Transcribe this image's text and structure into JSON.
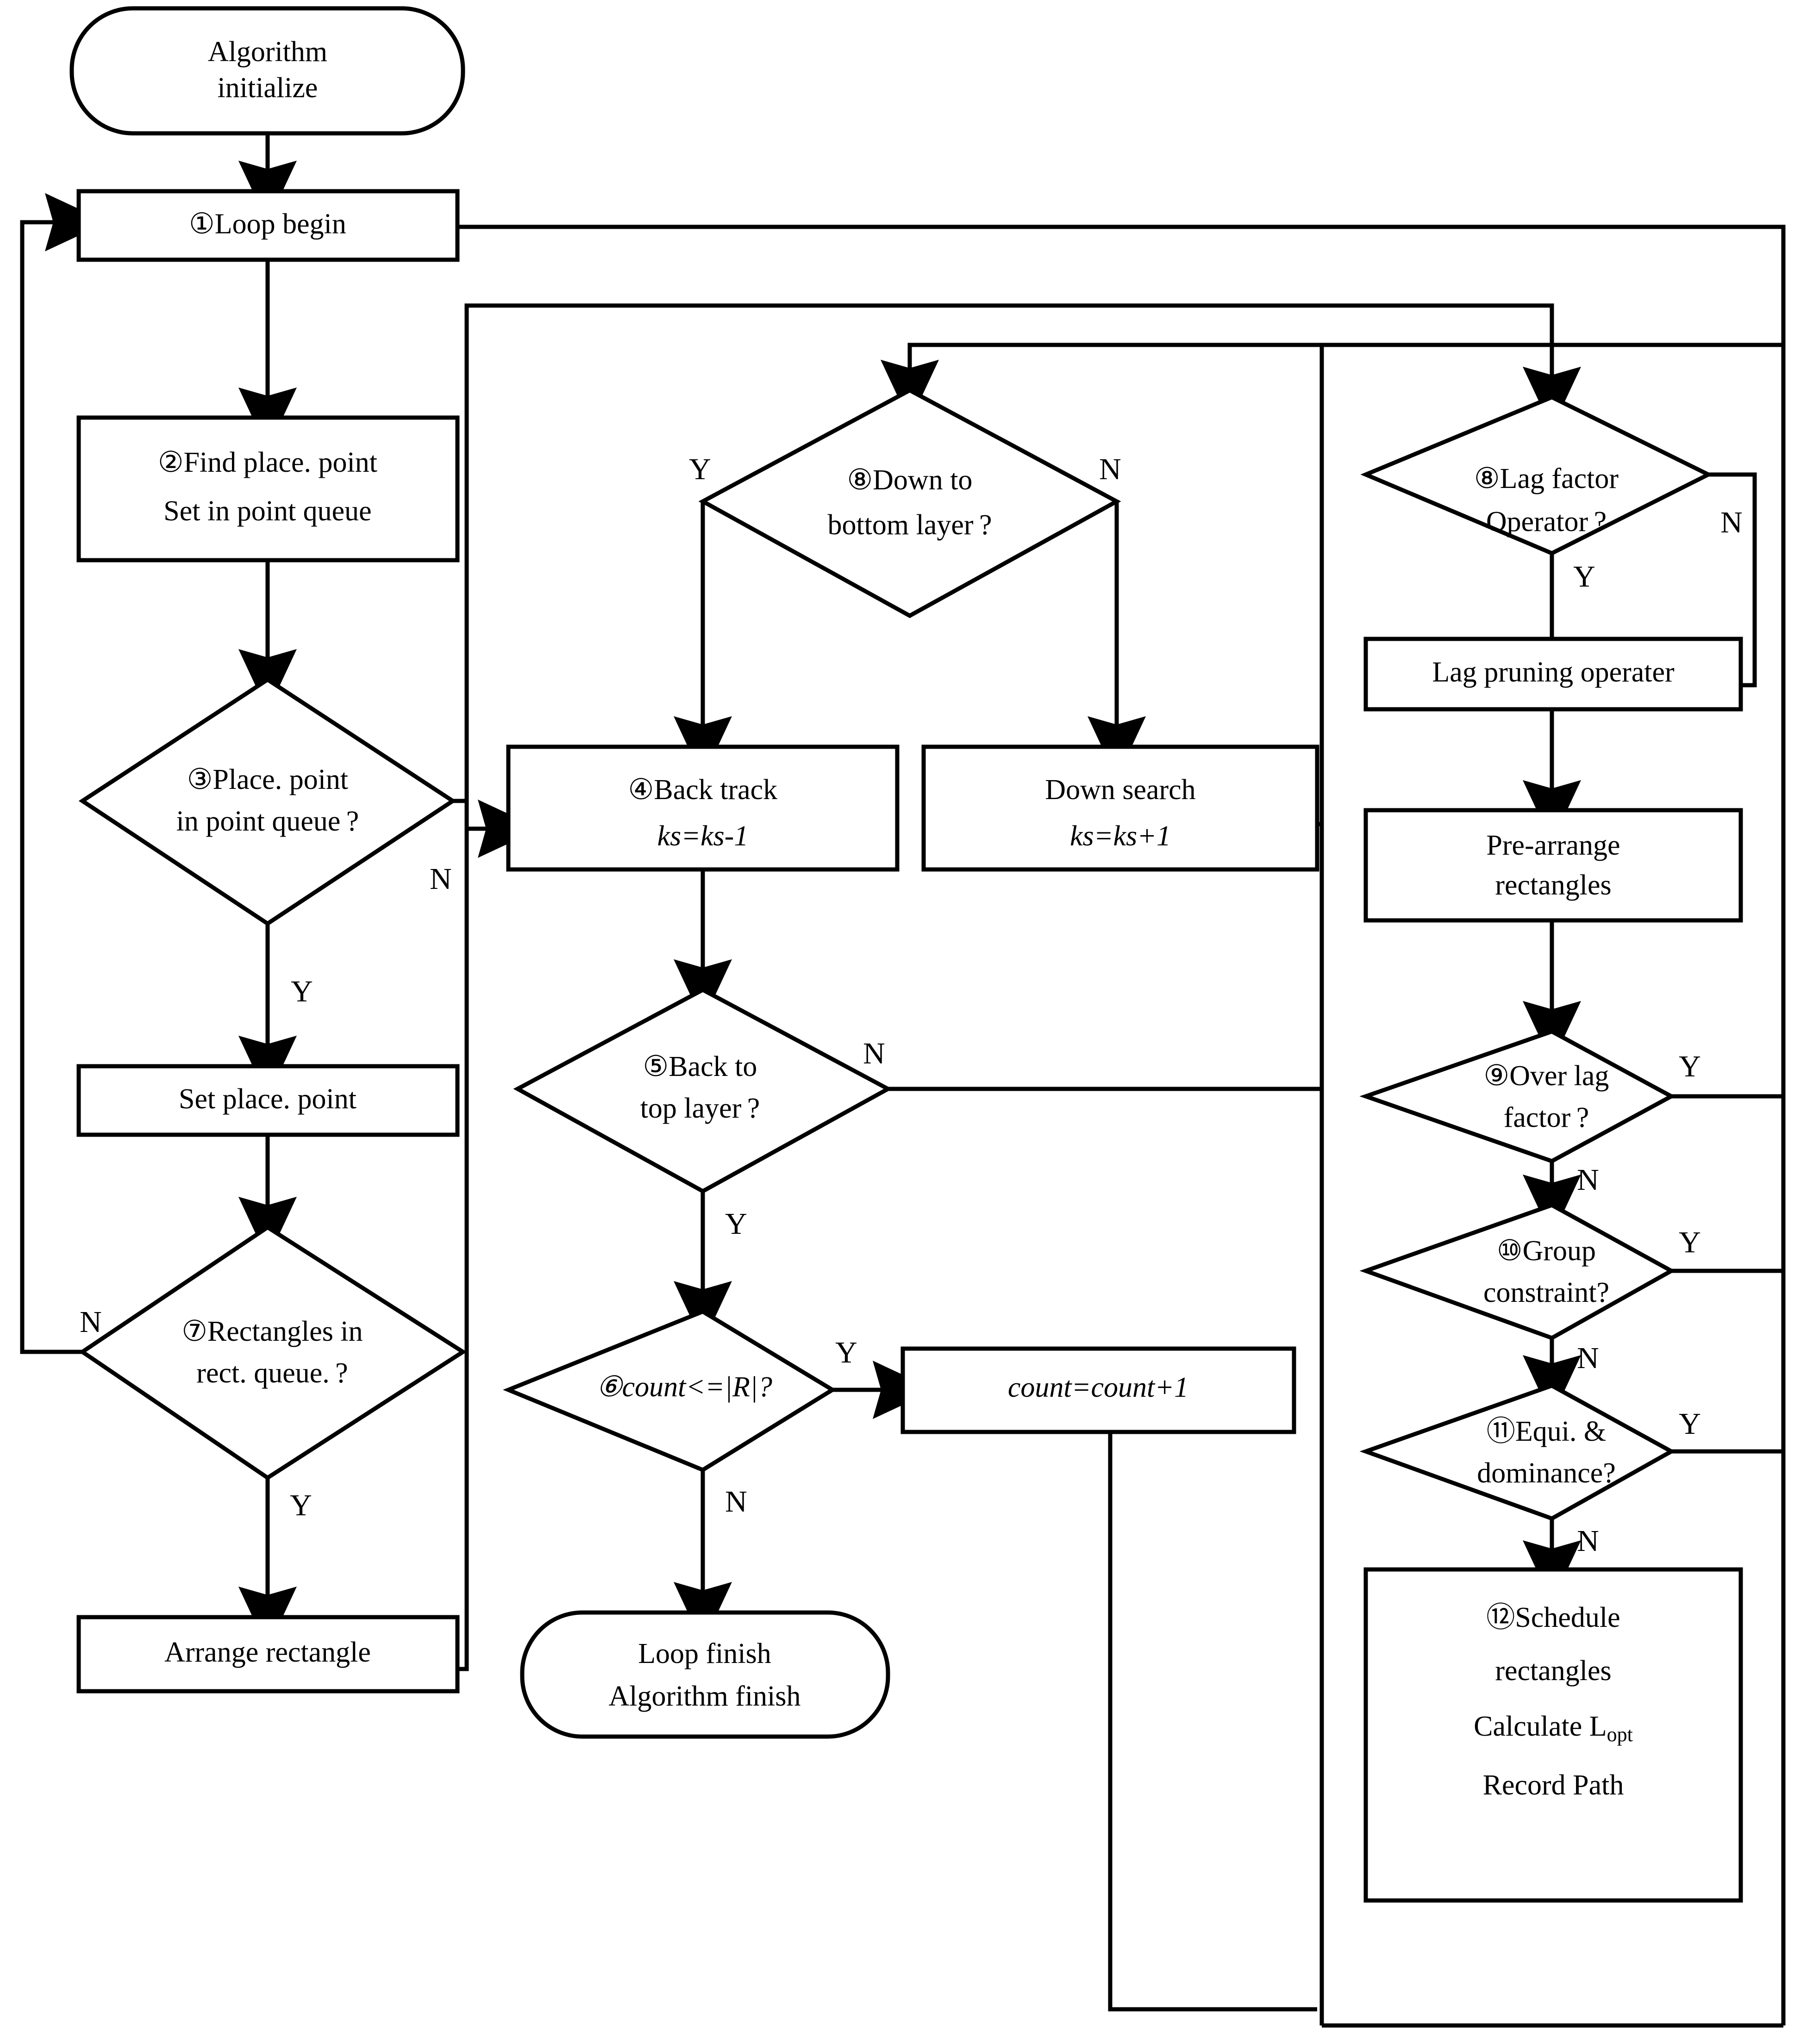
{
  "diagram": {
    "type": "flowchart",
    "title": "Algorithm flowchart",
    "nodes": {
      "start": {
        "shape": "terminator",
        "lines": [
          "Algorithm",
          "initialize"
        ]
      },
      "loop_begin": {
        "shape": "process",
        "lines": [
          "①Loop begin"
        ]
      },
      "find_point": {
        "shape": "process",
        "lines": [
          "②Find place. point",
          "Set in point queue"
        ]
      },
      "point_in_q": {
        "shape": "decision",
        "lines": [
          "③Place. point",
          "in point queue ?"
        ]
      },
      "set_point": {
        "shape": "process",
        "lines": [
          "Set place. point"
        ]
      },
      "rect_in_q": {
        "shape": "decision",
        "lines": [
          "⑦Rectangles in",
          "rect. queue. ?"
        ]
      },
      "arrange_rect": {
        "shape": "process",
        "lines": [
          "Arrange rectangle"
        ]
      },
      "down_bottom": {
        "shape": "decision",
        "lines": [
          "⑧Down to",
          "bottom layer ?"
        ]
      },
      "back_track": {
        "shape": "process",
        "lines": [
          "④Back track",
          "ks=ks-1"
        ],
        "italic_lines": [
          1
        ]
      },
      "down_search": {
        "shape": "process",
        "lines": [
          "Down search",
          "ks=ks+1"
        ],
        "italic_lines": [
          1
        ]
      },
      "back_top": {
        "shape": "decision",
        "lines": [
          "⑤Back to",
          "top layer ?"
        ]
      },
      "count_cmp": {
        "shape": "decision",
        "lines": [
          "⑥count<=|R|?"
        ],
        "italic_lines": [
          0
        ]
      },
      "count_inc": {
        "shape": "process",
        "lines": [
          "count=count+1"
        ],
        "italic_lines": [
          0
        ]
      },
      "finish": {
        "shape": "terminator",
        "lines": [
          "Loop finish",
          "Algorithm finish"
        ]
      },
      "lag_factor": {
        "shape": "decision",
        "lines": [
          "⑧Lag factor",
          "Operator ?"
        ]
      },
      "lag_prune": {
        "shape": "process",
        "lines": [
          "Lag pruning operater"
        ]
      },
      "pre_arrange": {
        "shape": "process",
        "lines": [
          "Pre-arrange",
          "rectangles"
        ]
      },
      "over_lag": {
        "shape": "decision",
        "lines": [
          "⑨Over lag",
          "factor ?"
        ]
      },
      "group_con": {
        "shape": "decision",
        "lines": [
          "⑩Group",
          "constraint?"
        ]
      },
      "equi_dom": {
        "shape": "decision",
        "lines": [
          "⑪Equi. &",
          "dominance?"
        ]
      },
      "schedule": {
        "shape": "process",
        "lines": [
          "⑫Schedule",
          "rectangles",
          "Calculate L",
          "Record Path"
        ],
        "subscript_line": 2,
        "subscript": "opt"
      }
    },
    "edge_labels": {
      "point_in_q_no": "N",
      "point_in_q_yes": "Y",
      "rect_in_q_no": "N",
      "rect_in_q_yes": "Y",
      "down_bottom_yes": "Y",
      "down_bottom_no": "N",
      "back_top_no": "N",
      "back_top_yes": "Y",
      "count_cmp_yes": "Y",
      "count_cmp_no": "N",
      "lag_factor_no": "N",
      "lag_factor_yes": "Y",
      "over_lag_yes": "Y",
      "over_lag_no": "N",
      "group_con_yes": "Y",
      "group_con_no": "N",
      "equi_dom_yes": "Y",
      "equi_dom_no": "N"
    },
    "colors": {
      "stroke": "#000000",
      "fill": "#ffffff",
      "text": "#000000"
    }
  }
}
